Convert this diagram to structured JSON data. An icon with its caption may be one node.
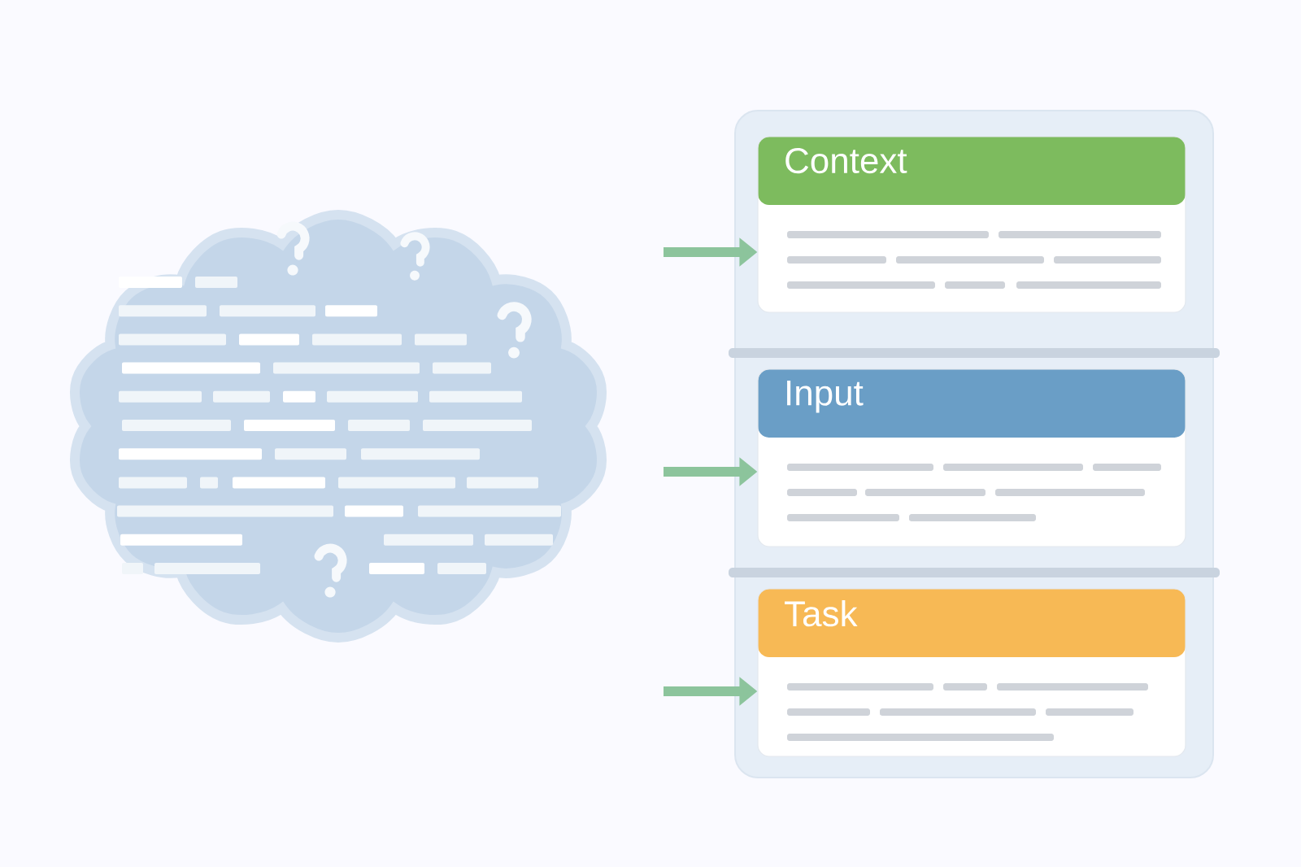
{
  "diagram": {
    "nodes": [
      {
        "text": [],
        "shape": "cloud"
      },
      {
        "text": [],
        "shape": "box"
      },
      {
        "text": [
          "Context"
        ],
        "in": 1
      },
      {
        "text": [
          "Input"
        ],
        "in": 1
      },
      {
        "text": [
          "Task"
        ],
        "in": 1
      }
    ],
    "edges": [
      {
        "from": null,
        "to": 2,
        "arrow": "to"
      },
      {
        "from": null,
        "to": 3,
        "arrow": "to"
      },
      {
        "from": null,
        "to": 4,
        "arrow": "to"
      }
    ]
  }
}
